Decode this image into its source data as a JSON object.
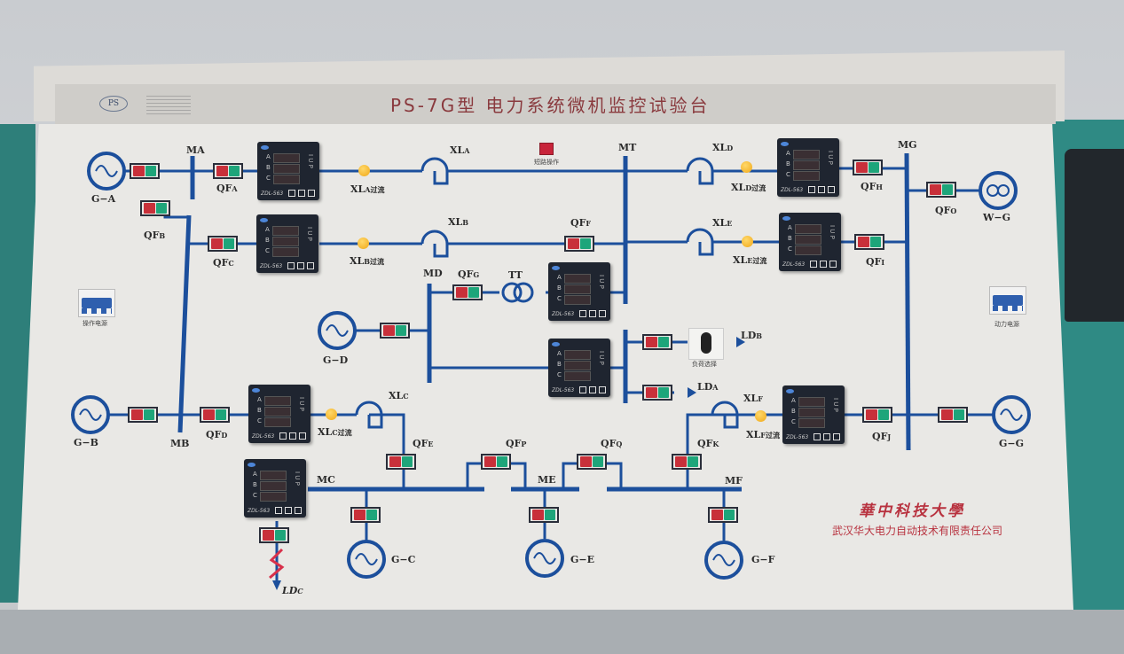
{
  "header": {
    "title": "PS-7G型 电力系统微机监控试验台",
    "logo": "PS"
  },
  "colors": {
    "bus_line": "#1c4f9c",
    "breaker_open": "#c8303a",
    "breaker_closed": "#1ea57a",
    "brand_text": "#b8323f",
    "panel": "#e9e8e5"
  },
  "buses": [
    "MA",
    "MB",
    "MC",
    "MD",
    "ME",
    "MF",
    "MG",
    "MT"
  ],
  "generators": [
    {
      "id": "g-a",
      "label": "G−A",
      "type": "ac-generator"
    },
    {
      "id": "g-b",
      "label": "G−B",
      "type": "ac-generator"
    },
    {
      "id": "g-c",
      "label": "G−C",
      "type": "ac-generator"
    },
    {
      "id": "g-d",
      "label": "G−D",
      "type": "ac-generator"
    },
    {
      "id": "g-e",
      "label": "G−E",
      "type": "ac-generator"
    },
    {
      "id": "g-f",
      "label": "G−F",
      "type": "ac-generator"
    },
    {
      "id": "g-g",
      "label": "G−G",
      "type": "ac-generator"
    },
    {
      "id": "w-g",
      "label": "W−G",
      "type": "infinite-bus"
    }
  ],
  "breakers": {
    "QFA": {
      "main": "QF",
      "sub": "A"
    },
    "QFB": {
      "main": "QF",
      "sub": "B"
    },
    "QFC": {
      "main": "QF",
      "sub": "C"
    },
    "QFD": {
      "main": "QF",
      "sub": "D"
    },
    "QFE": {
      "main": "QF",
      "sub": "E"
    },
    "QFF": {
      "main": "QF",
      "sub": "F"
    },
    "QFG": {
      "main": "QF",
      "sub": "G"
    },
    "QFH": {
      "main": "QF",
      "sub": "H"
    },
    "QFI": {
      "main": "QF",
      "sub": "I"
    },
    "QFJ": {
      "main": "QF",
      "sub": "J"
    },
    "QFK": {
      "main": "QF",
      "sub": "K"
    },
    "QFO": {
      "main": "QF",
      "sub": "O"
    },
    "QFP": {
      "main": "QF",
      "sub": "P"
    },
    "QFQ": {
      "main": "QF",
      "sub": "Q"
    }
  },
  "lines": {
    "XLA": {
      "main": "XL",
      "sub": "A"
    },
    "XLB": {
      "main": "XL",
      "sub": "B"
    },
    "XLC": {
      "main": "XL",
      "sub": "C"
    },
    "XLD": {
      "main": "XL",
      "sub": "D"
    },
    "XLE": {
      "main": "XL",
      "sub": "E"
    },
    "XLF": {
      "main": "XL",
      "sub": "F"
    }
  },
  "overcurrent_lamps": {
    "A": {
      "main": "XL",
      "sub": "A过流"
    },
    "B": {
      "main": "XL",
      "sub": "B过流"
    },
    "C": {
      "main": "XL",
      "sub": "C过流"
    },
    "D": {
      "main": "XL",
      "sub": "D过流"
    },
    "E": {
      "main": "XL",
      "sub": "E过流"
    },
    "F": {
      "main": "XL",
      "sub": "F过流"
    }
  },
  "loads": {
    "LDA": {
      "main": "LD",
      "sub": "A"
    },
    "LDB": {
      "main": "LD",
      "sub": "B"
    },
    "LDC": {
      "main": "LD",
      "sub": "C"
    }
  },
  "transformer": "TT",
  "meter": {
    "model": "ZDL-563",
    "rows": [
      "A",
      "B",
      "C"
    ],
    "side": "I U P"
  },
  "controls": {
    "short_circuit_label": "短路操作",
    "load_select_label": "负荷选择",
    "control_power_label": "操作电源",
    "motive_power_label": "动力电源"
  },
  "brand": {
    "university": "華中科技大學",
    "company": "武汉华大电力自动技术有限责任公司"
  }
}
